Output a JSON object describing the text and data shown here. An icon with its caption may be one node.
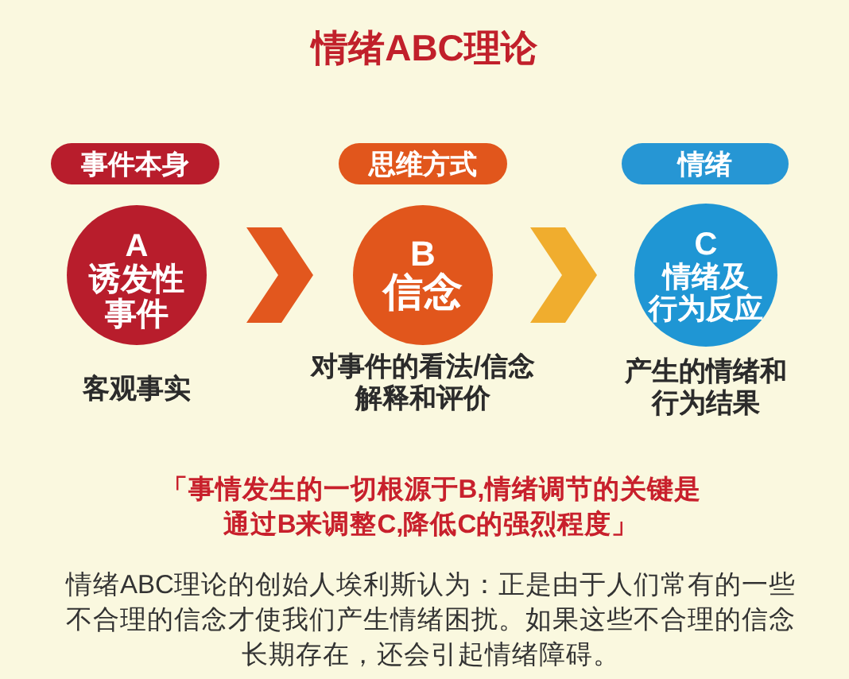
{
  "diagram": {
    "title": "情绪ABC理论",
    "nodes": [
      {
        "text": [
          "事件本身"
        ]
      },
      {
        "text": [
          "思维方式"
        ]
      },
      {
        "text": [
          "情绪"
        ]
      },
      {
        "text": [
          "A",
          "诱发性事件"
        ],
        "beside": [
          "客观事实"
        ]
      },
      {
        "text": [
          "B",
          "信念"
        ],
        "beside": [
          "对事件的看法/信念解释和评价"
        ]
      },
      {
        "text": [
          "C",
          "情绪及行为反应"
        ],
        "beside": [
          "产生的情绪和行为结果"
        ]
      }
    ],
    "edges": [
      {
        "from": 3,
        "to": 4,
        "arrow": "to",
        "color": "#e2571e"
      },
      {
        "from": 4,
        "to": 5,
        "arrow": "to",
        "color": "#f0ad2e"
      }
    ],
    "labels": [
      "「事情发生的一切根源于B,情绪调节的关键是通过B来调整C,降低C的强烈程度」",
      "情绪ABC理论的创始人埃利斯认为：正是由于人们常有的一些不合理的信念才使我们产生情绪困扰。如果这些不合理的信念长期存在，还会引起情绪障碍。"
    ]
  }
}
